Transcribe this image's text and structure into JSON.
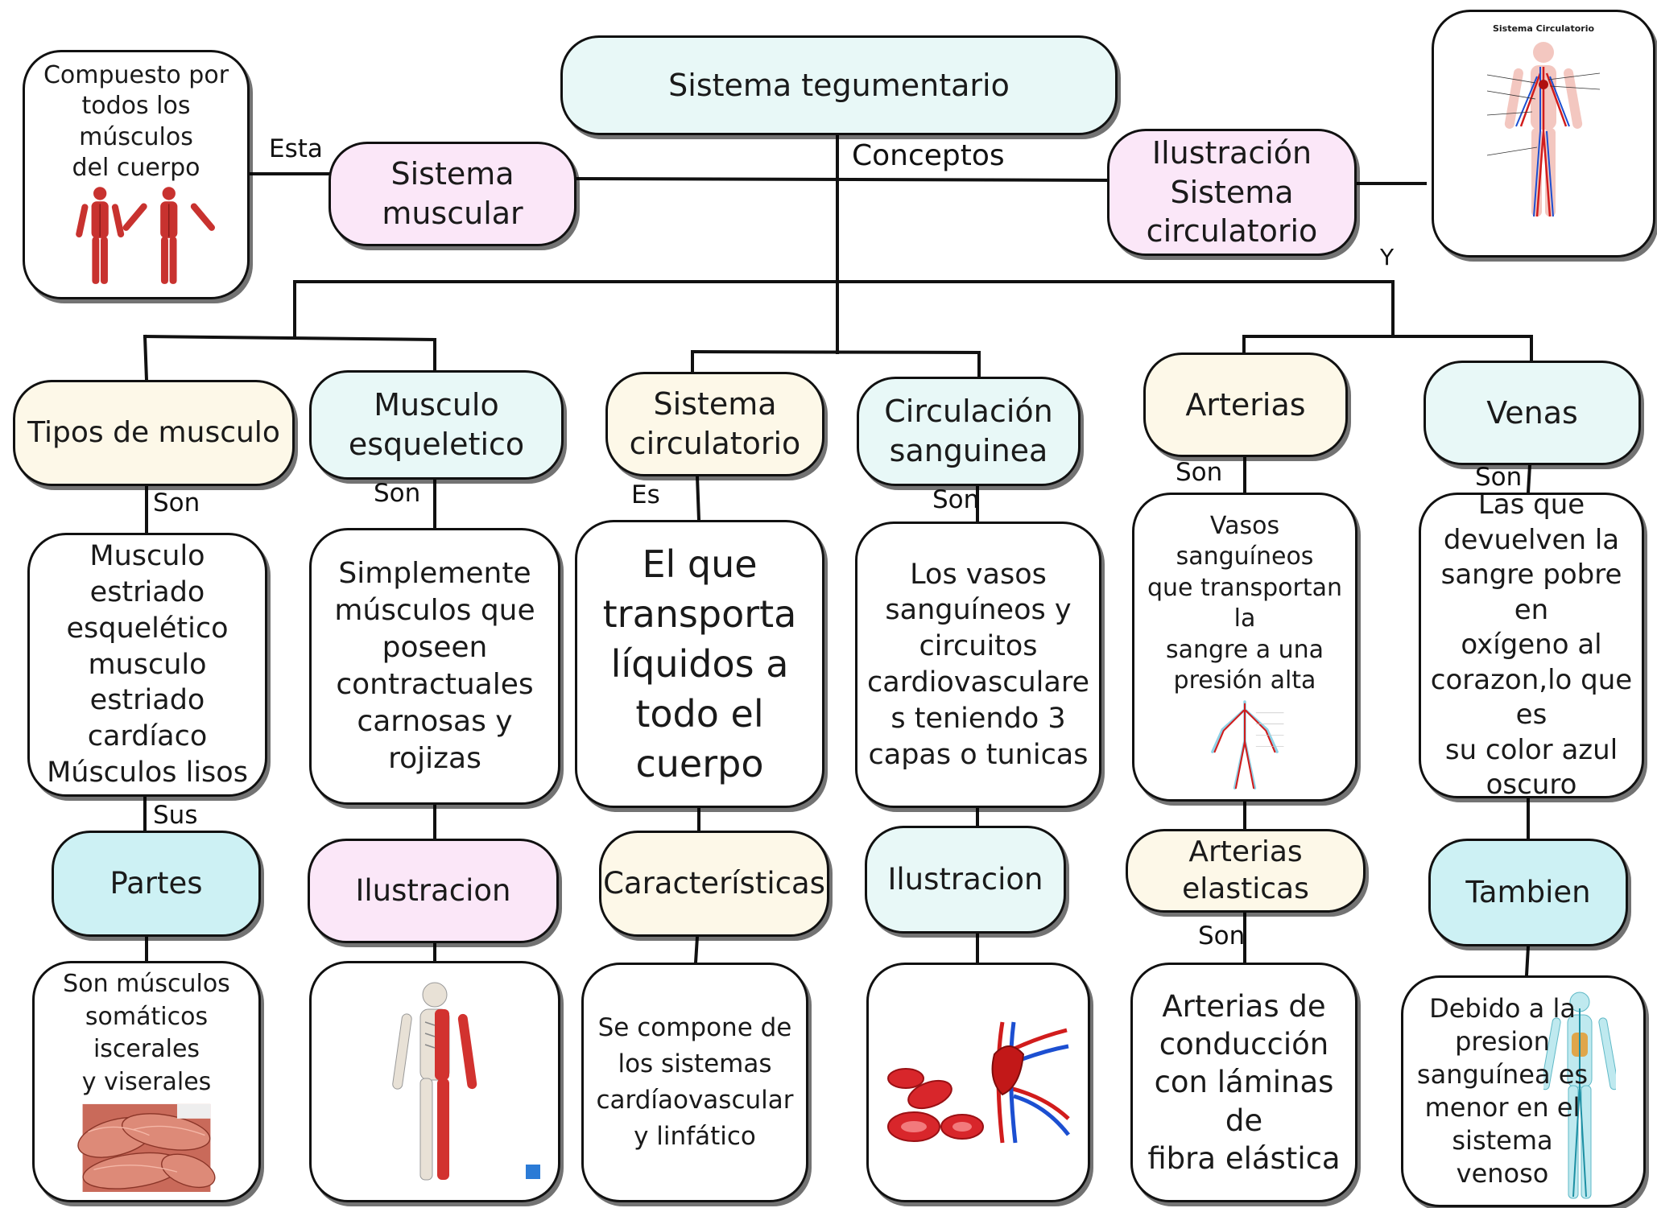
{
  "diagram": {
    "root": "Sistema tegumentario",
    "connectors": {
      "conceptos": "Conceptos",
      "esta": "Esta",
      "y": "Y",
      "son_tipos": "Son",
      "son_esqueletico": "Son",
      "es": "Es",
      "son_circulacion": "Son",
      "son_arterias": "Son",
      "son_venas": "Son",
      "sus": "Sus",
      "son_elasticas": "Son"
    },
    "nodes": {
      "sistema_muscular": "Sistema\nmuscular",
      "compuesto": "Compuesto por\ntodos los músculos\ndel cuerpo",
      "ilustracion_circ": "Ilustración\nSistema\ncirculatorio",
      "tipos": "Tipos de musculo",
      "esqueletico": "Musculo\nesqueletico",
      "sis_circ": "Sistema\ncirculatorio",
      "circ_sang": "Circulación\nsanguinea",
      "arterias": "Arterias",
      "venas": "Venas",
      "tipos_content": "Musculo estriado\nesquelético\nmusculo estriado\ncardíaco\nMúsculos lisos",
      "esq_content": "Simplemente\nmúsculos que\nposeen\ncontractuales\ncarnosas y rojizas",
      "circ_content": "El que\ntransporta\nlíquidos a\ntodo el\ncuerpo",
      "circsang_content": "Los vasos\nsanguíneos y\ncircuitos\ncardiovasculare\ns teniendo 3\ncapas o tunicas",
      "arterias_content": "Vasos sanguíneos\nque transportan la\nsangre a una\npresión alta",
      "venas_content": "Las que\ndevuelven la\nsangre pobre en\noxígeno al\ncorazon,lo que es\nsu color azul\noscuro",
      "partes": "Partes",
      "ilustracion1": "Ilustracion",
      "caracteristicas": "Características",
      "ilustracion2": "Ilustracion",
      "art_elasticas": "Arterias\nelasticas",
      "tambien": "Tambien",
      "partes_content": "Son músculos\nsomáticos iscerales\ny viserales",
      "carac_content": "Se compone de\nlos sistemas\ncardíaovascular\ny linfático",
      "elasticas_content": "Arterias de\nconducción\ncon láminas de\nfibra elástica",
      "tambien_content": "Debido a la\npresion\nsanguínea es\nmenor en el\nsistema\nvenoso"
    },
    "illustration_caption": "Sistema Circulatorio"
  }
}
